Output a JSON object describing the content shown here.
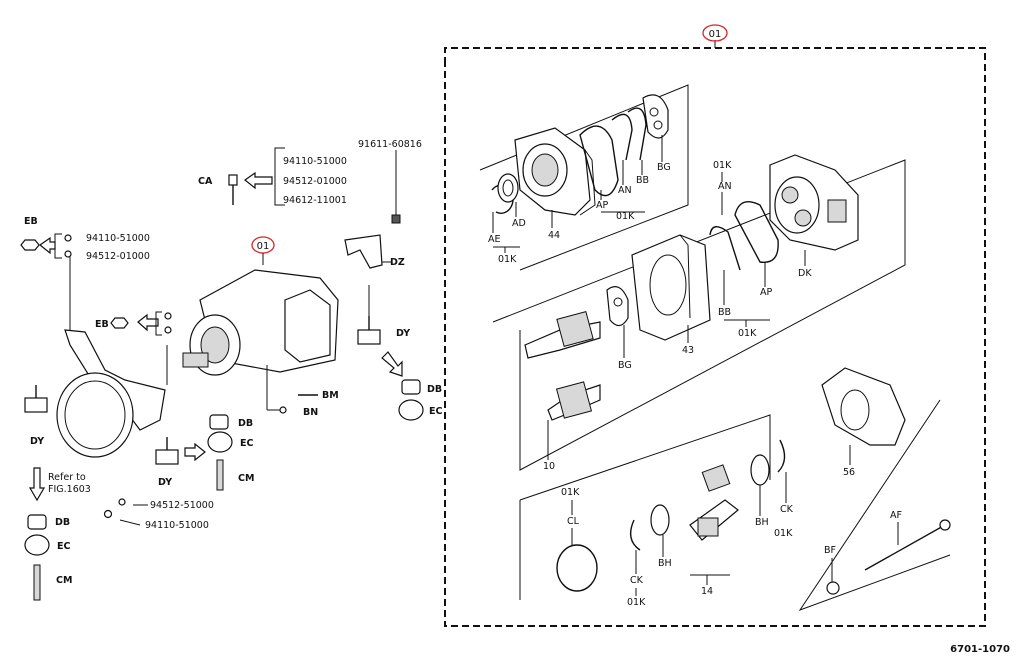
{
  "callouts": {
    "assembly_top": "01",
    "assembly_left": "01"
  },
  "part_numbers": {
    "pn_91611": "91611-60816",
    "pn_94110_a": "94110-51000",
    "pn_94512_a": "94512-01000",
    "pn_94612": "94612-11001",
    "pn_94110_b": "94110-51000",
    "pn_94512_b": "94512-01000",
    "pn_94512_c": "94512-51000",
    "pn_94110_c": "94110-51000"
  },
  "codes": {
    "ca": "CA",
    "eb1": "EB",
    "eb2": "EB",
    "dz": "DZ",
    "dy_motor": "DY",
    "dy_left": "DY",
    "dy_bottom": "DY",
    "bm": "BM",
    "bn": "BN",
    "db_right": "DB",
    "ec_right": "EC",
    "db_mid": "DB",
    "ec_mid": "EC",
    "cm_mid": "CM",
    "db_left": "DB",
    "ec_left": "EC",
    "cm_left": "CM",
    "ae": "AE",
    "ad": "AD",
    "n44": "44",
    "ap1": "AP",
    "an1": "AN",
    "bb1": "BB",
    "bg1": "BG",
    "k01k_a": "01K",
    "k01k_b": "01K",
    "k01k_c": "01K",
    "an2": "AN",
    "dk": "DK",
    "bb2": "BB",
    "ap2": "AP",
    "k01k_d": "01K",
    "n43": "43",
    "bg2": "BG",
    "n10": "10",
    "n56": "56",
    "k01k_e": "01K",
    "cl": "CL",
    "ck1": "CK",
    "k01k_f": "01K",
    "bh1": "BH",
    "n14": "14",
    "bh2": "BH",
    "ck2": "CK",
    "k01k_g": "01K",
    "bf": "BF",
    "af": "AF"
  },
  "notes": {
    "refer_line1": "Refer to",
    "refer_line2": "FIG.1603"
  },
  "figure_id": "6701-1070"
}
